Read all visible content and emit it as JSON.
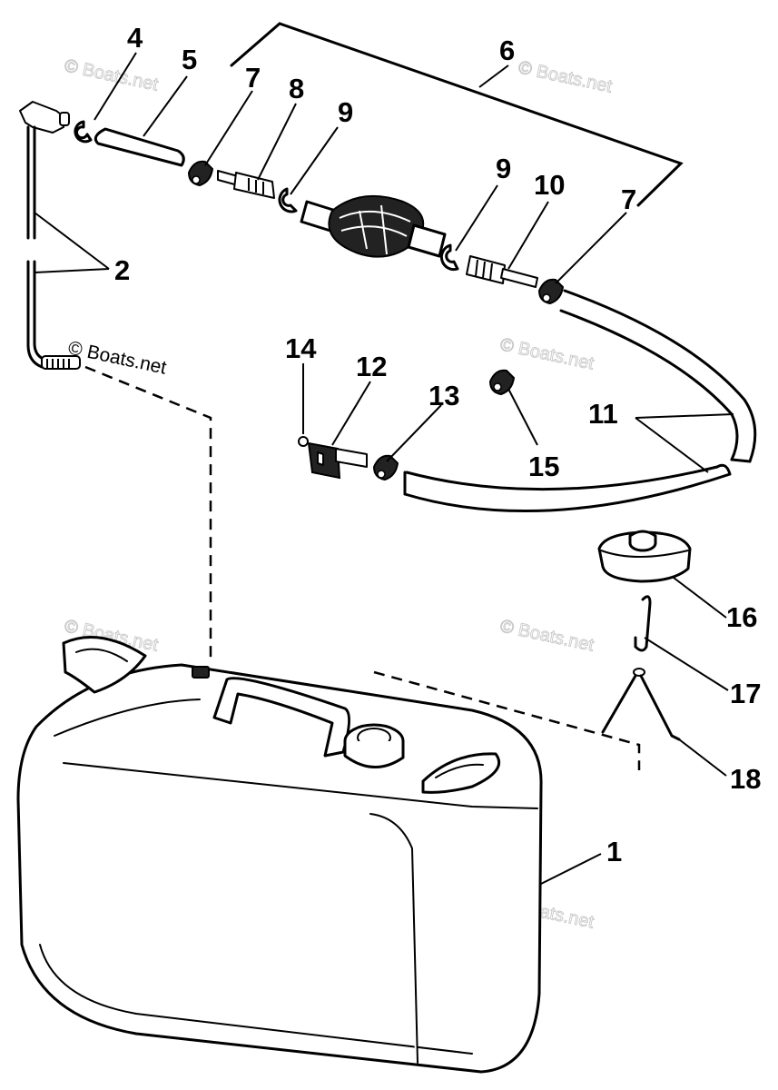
{
  "watermarks": {
    "dark": "© Boats.net",
    "light": "© Boats.net"
  },
  "callouts": {
    "c1": "1",
    "c2": "2",
    "c4": "4",
    "c5": "5",
    "c6": "6",
    "c7a": "7",
    "c7b": "7",
    "c8": "8",
    "c9a": "9",
    "c9b": "9",
    "c10": "10",
    "c11": "11",
    "c12": "12",
    "c13": "13",
    "c14": "14",
    "c15": "15",
    "c16": "16",
    "c17": "17",
    "c18": "18"
  }
}
